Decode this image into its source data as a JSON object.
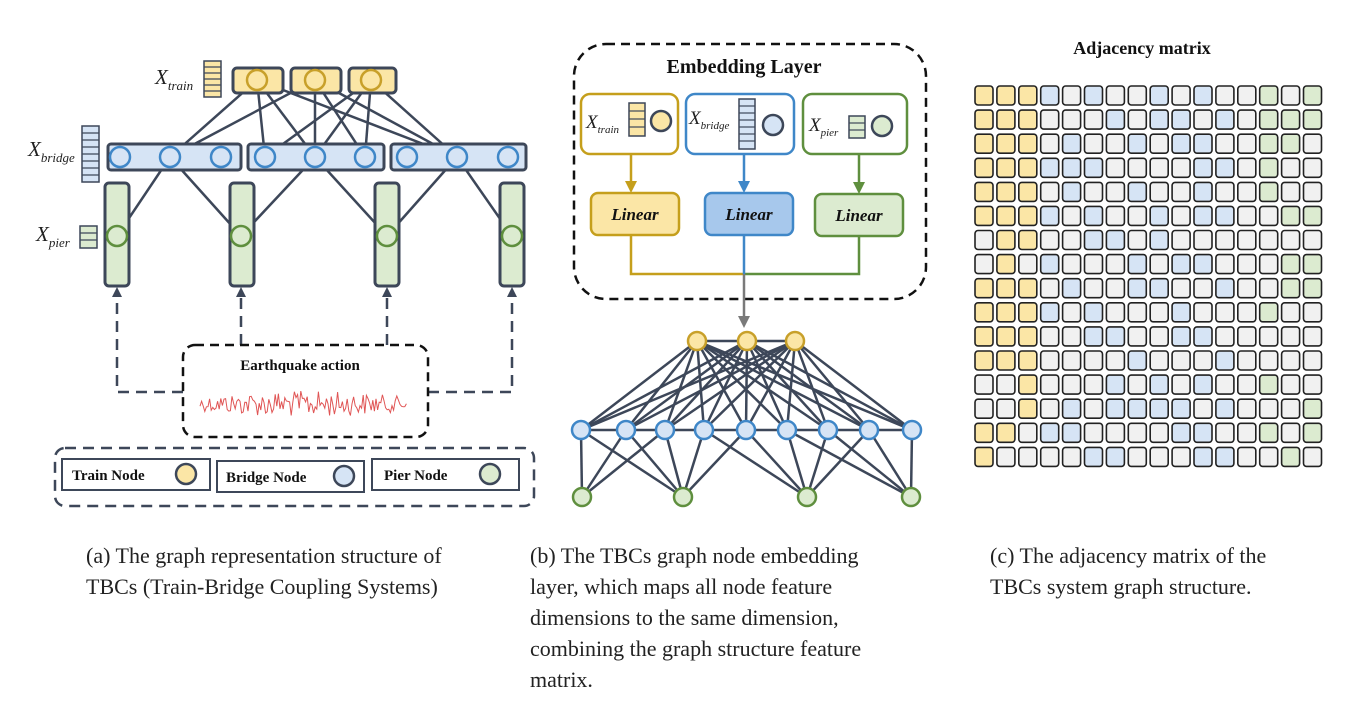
{
  "panel_a": {
    "x_train": "X",
    "x_train_sub": "train",
    "x_bridge": "X",
    "x_bridge_sub": "bridge",
    "x_pier": "X",
    "x_pier_sub": "pier",
    "earthquake_title": "Earthquake action",
    "legend": {
      "train": "Train Node",
      "bridge": "Bridge Node",
      "pier": "Pier Node"
    }
  },
  "panel_b": {
    "title": "Embedding Layer",
    "x_train": "X",
    "x_train_sub": "train",
    "x_bridge": "X",
    "x_bridge_sub": "bridge",
    "x_pier": "X",
    "x_pier_sub": "pier",
    "linear_label": "Linear"
  },
  "panel_c": {
    "title": "Adjacency matrix"
  },
  "captions": {
    "a": [
      "(a) The graph representation structure of",
      "TBCs (Train-Bridge Coupling Systems)"
    ],
    "b": [
      "(b) The TBCs graph node embedding",
      "layer, which maps all node feature",
      "dimensions to the same dimension,",
      "combining the graph structure feature",
      "matrix."
    ],
    "c": [
      "(c) The adjacency matrix of the",
      "TBCs system graph structure."
    ]
  },
  "colors": {
    "train_fill": "#fbe6a6",
    "train_stroke": "#c8a02a",
    "bridge_fill": "#d6e4f5",
    "bridge_stroke": "#3f87c8",
    "pier_fill": "#dcebd0",
    "pier_stroke": "#5f8f3e",
    "edge": "#3d4759",
    "empty_cell": "#f1f1f1"
  }
}
